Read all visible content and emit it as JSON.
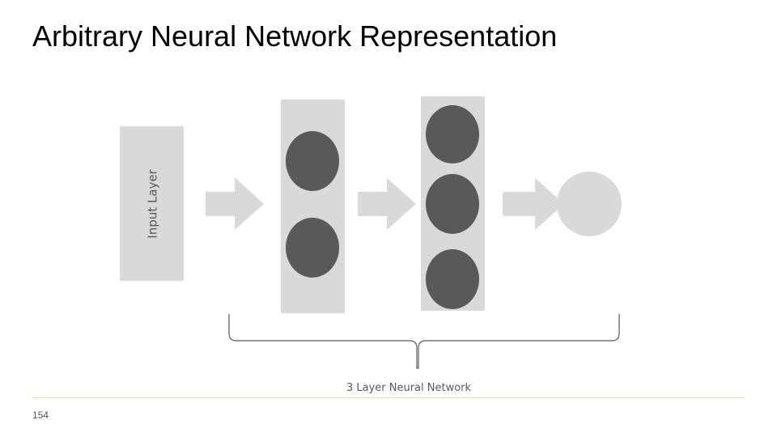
{
  "slide": {
    "title": "Arbitrary Neural Network Representation",
    "page_number": "154"
  },
  "diagram": {
    "input_layer_label": "Input Layer",
    "network_label": "3 Layer Neural Network",
    "hidden_layer_1_neurons": 2,
    "hidden_layer_2_neurons": 3,
    "output_neurons": 1
  },
  "colors": {
    "panel": "#d9d9d9",
    "neuron": "#595959",
    "output_neuron": "#d9d9d9",
    "arrow": "#d9d9d9",
    "brace": "#595959",
    "label_text": "#595959",
    "footer_line": "#d9f08a"
  }
}
